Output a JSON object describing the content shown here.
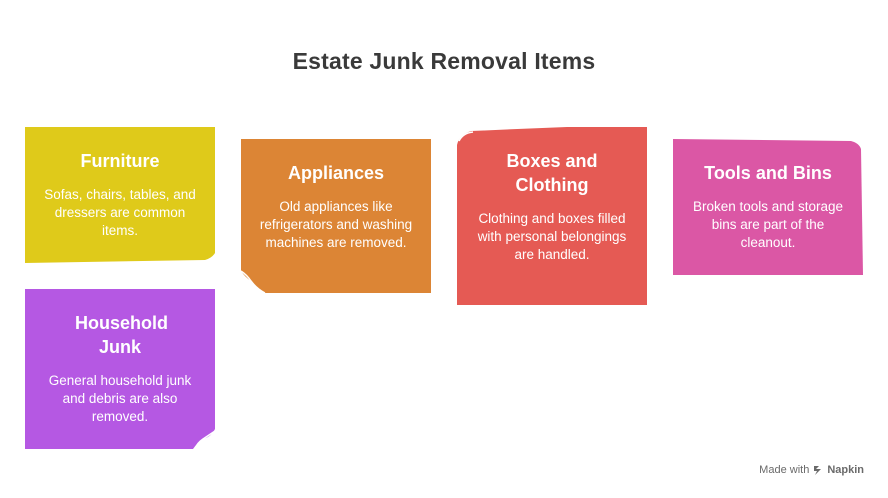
{
  "title": "Estate Junk Removal Items",
  "cards": {
    "furniture": {
      "title": "Furniture",
      "description": "Sofas, chairs, tables, and dressers are common items.",
      "color": "#DFCA1A"
    },
    "appliances": {
      "title": "Appliances",
      "description": "Old appliances like refrigerators and washing machines are removed.",
      "color": "#DC8535"
    },
    "boxes": {
      "title": "Boxes and Clothing",
      "description": "Clothing and boxes filled with personal belongings are handled.",
      "color": "#E55A54"
    },
    "tools": {
      "title": "Tools and Bins",
      "description": "Broken tools and storage bins are part of the cleanout.",
      "color": "#DB57A5"
    },
    "household": {
      "title": "Household Junk",
      "description": "General household junk and debris are also removed.",
      "color": "#B558E3"
    }
  },
  "footer": {
    "made_with": "Made with",
    "brand": "Napkin",
    "logo_icon": "napkin-logo-icon"
  }
}
